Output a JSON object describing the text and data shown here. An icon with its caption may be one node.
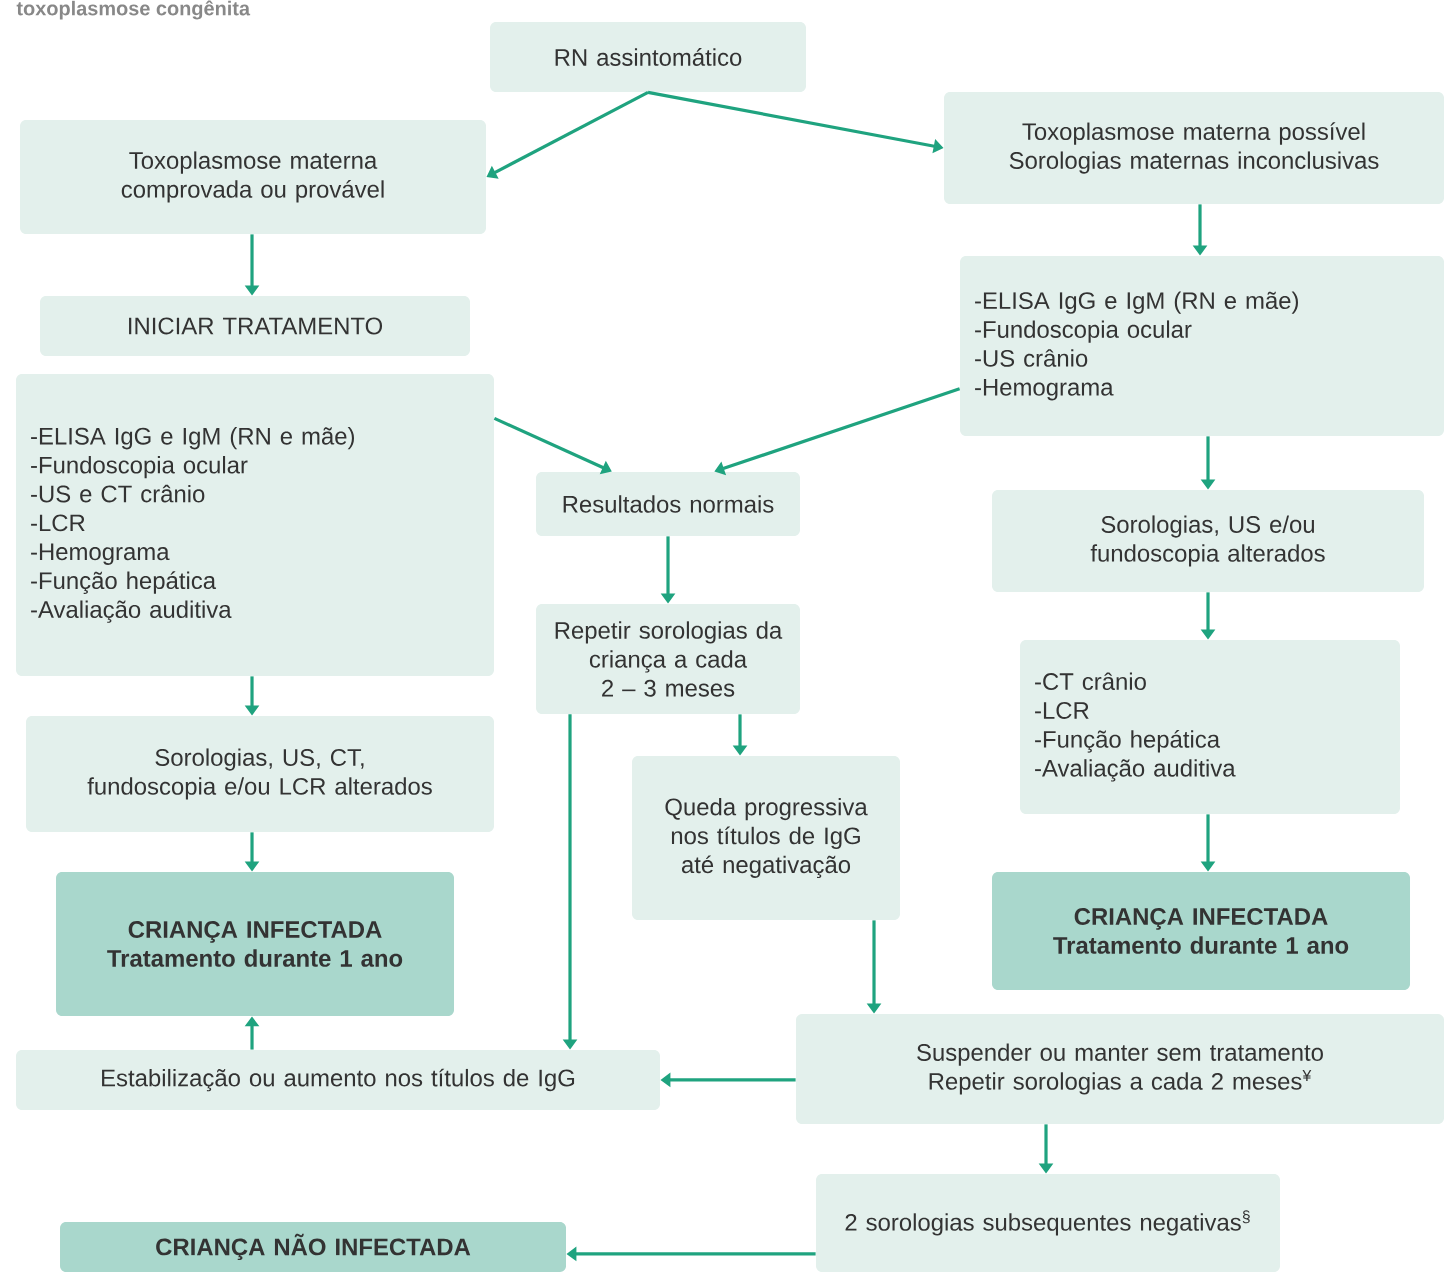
{
  "diagram": {
    "title": "toxoplasmose congênita",
    "nodes": [
      {
        "text": [
          "RN assintomático"
        ]
      },
      {
        "text": [
          "Toxoplasmose materna comprovada ou provável"
        ]
      },
      {
        "text": [
          "Toxoplasmose materna possível",
          "Sorologias maternas inconclusivas"
        ]
      },
      {
        "text": [
          "INICIAR TRATAMENTO"
        ]
      },
      {
        "text": [
          "-ELISA IgG e IgM (RN e mãe)",
          "-Fundoscopia ocular",
          "-US e CT crânio",
          "-LCR",
          "-Hemograma",
          "-Função hepática",
          "-Avaliação auditiva"
        ]
      },
      {
        "text": [
          "Resultados normais"
        ]
      },
      {
        "text": [
          "-ELISA IgG e IgM (RN e mãe)",
          "-Fundoscopia ocular",
          "-US crânio",
          "-Hemograma"
        ]
      },
      {
        "text": [
          "Sorologias, US e/ou fundoscopia alterados"
        ]
      },
      {
        "text": [
          "Repetir sorologias da criança a cada 2 – 3 meses"
        ]
      },
      {
        "text": [
          "Sorologias, US, CT, fundoscopia e/ou LCR alterados"
        ]
      },
      {
        "text": [
          "Queda progressiva nos títulos de IgG até negativação"
        ]
      },
      {
        "text": [
          "-CT crânio",
          "-LCR",
          "-Função hepática",
          "-Avaliação auditiva"
        ]
      },
      {
        "text": [
          "CRIANÇA INFECTADA",
          "Tratamento durante 1 ano"
        ]
      },
      {
        "text": [
          "CRIANÇA INFECTADA",
          "Tratamento durante 1 ano"
        ]
      },
      {
        "text": [
          "Estabilização ou aumento nos títulos de IgG"
        ]
      },
      {
        "text": [
          "Suspender ou manter sem tratamento",
          "Repetir sorologias a cada 2 meses$^{¥}$"
        ]
      },
      {
        "text": [
          "CRIANÇA NÃO INFECTADA"
        ]
      },
      {
        "text": [
          "2 sorologias subsequentes negativas$^{§}$"
        ]
      }
    ],
    "edges": [
      {
        "from": 0,
        "to": 1,
        "arrow": "to"
      },
      {
        "from": 0,
        "to": 2,
        "arrow": "to"
      },
      {
        "from": 1,
        "to": 3,
        "arrow": "to"
      },
      {
        "from": 2,
        "to": 6,
        "arrow": "to"
      },
      {
        "from": 4,
        "to": 5,
        "arrow": "to"
      },
      {
        "from": 6,
        "to": 5,
        "arrow": "to"
      },
      {
        "from": 6,
        "to": 7,
        "arrow": "to"
      },
      {
        "from": 5,
        "to": 8,
        "arrow": "to"
      },
      {
        "from": 7,
        "to": 11,
        "arrow": "to"
      },
      {
        "from": 4,
        "to": 9,
        "arrow": "to"
      },
      {
        "from": 8,
        "to": 10,
        "arrow": "to"
      },
      {
        "from": 8,
        "to": 14,
        "arrow": "to"
      },
      {
        "from": 9,
        "to": 12,
        "arrow": "to"
      },
      {
        "from": 11,
        "to": 13,
        "arrow": "to"
      },
      {
        "from": 14,
        "to": 12,
        "arrow": "to"
      },
      {
        "from": 10,
        "to": 15,
        "arrow": "to"
      },
      {
        "from": 15,
        "to": 14,
        "arrow": "to"
      },
      {
        "from": 15,
        "to": 17,
        "arrow": "to"
      },
      {
        "from": 17,
        "to": 16,
        "arrow": "to"
      }
    ]
  }
}
